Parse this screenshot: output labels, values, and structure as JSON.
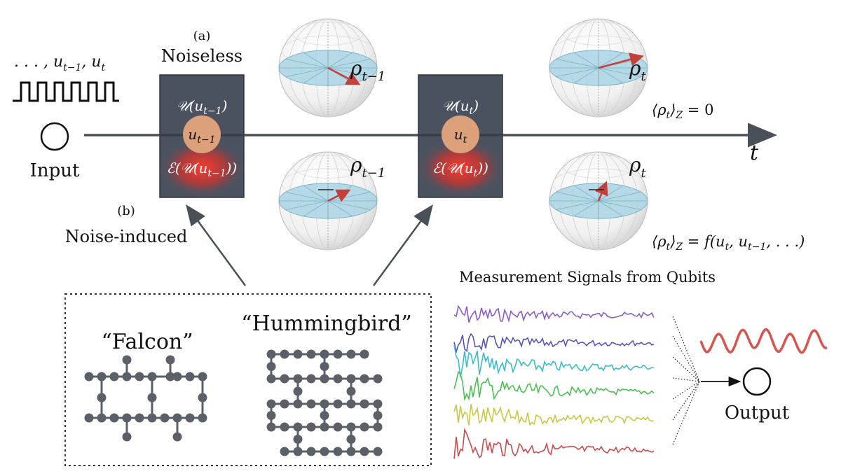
{
  "panel_a": {
    "label": "(a)",
    "title": "Noiseless"
  },
  "panel_b": {
    "label": "(b)",
    "title": "Noise-induced"
  },
  "input": {
    "sequence": ". . . , u",
    "seq_sub1": "t−1",
    "seq_comma": ", u",
    "seq_sub2": "t",
    "label": "Input"
  },
  "timeline": {
    "axis_label": "t"
  },
  "gate_left": {
    "top": "𝒰(u",
    "top_sub": "t−1",
    "top_close": ")",
    "center": "u",
    "center_sub": "t−1",
    "bottom": "ℰ(𝒰(u",
    "bottom_sub": "t−1",
    "bottom_close": "))"
  },
  "gate_right": {
    "top": "𝒰(u",
    "top_sub": "t",
    "top_close": ")",
    "center": "u",
    "center_sub": "t",
    "bottom": "ℰ(𝒰(u",
    "bottom_sub": "t",
    "bottom_close": "))"
  },
  "spheres": {
    "top_left": {
      "rho": "ρ",
      "sub": "t−1"
    },
    "top_right": {
      "rho": "ρ",
      "sub": "t"
    },
    "bottom_left": {
      "rho": "ρ",
      "sub": "t−1"
    },
    "bottom_right": {
      "rho": "ρ",
      "sub": "t"
    }
  },
  "expectations": {
    "noiseless": "⟨ρ",
    "noiseless_sub": "t",
    "noiseless_rest": "⟩",
    "noiseless_z": "Z",
    "noiseless_eq": " = 0",
    "noisy": "⟨ρ",
    "noisy_sub": "t",
    "noisy_rest": "⟩",
    "noisy_z": "Z",
    "noisy_eq": " = f(u",
    "noisy_s1": "t",
    "noisy_mid": ", u",
    "noisy_s2": "t−1",
    "noisy_end": ", . . .)"
  },
  "devices": {
    "falcon": "“Falcon”",
    "hummingbird": "“Hummingbird”"
  },
  "measurement": {
    "title": "Measurement Signals from Qubits"
  },
  "output": {
    "label": "Output"
  },
  "colors": {
    "gate_box": "#4a5260",
    "qubit_ball": "#dca07a",
    "noise_glow": "#e03a2e",
    "bloch_equator": "#a9d3e3",
    "state_arrow": "#c4403a",
    "graph_node": "#5b6068",
    "output_wave": "#d9534f",
    "signal_colors": [
      "#8c5cc8",
      "#5555bb",
      "#3cbcc8",
      "#4cbf52",
      "#c8c843",
      "#c94c4c"
    ]
  }
}
